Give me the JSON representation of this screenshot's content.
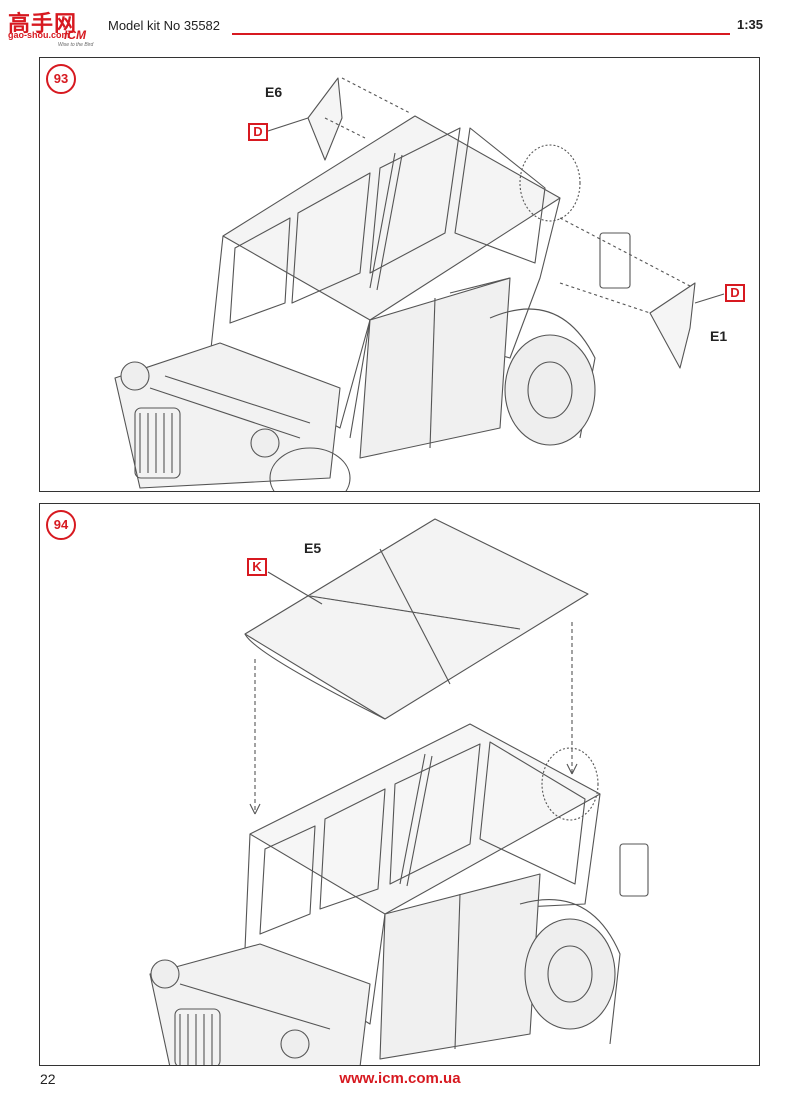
{
  "header": {
    "watermark_cn": "高手网",
    "watermark_url": "gao-shou.com",
    "brand": "ICM",
    "brand_slogan": "Wise to the Bird",
    "kit_title": "Model kit No 35582",
    "scale": "1:35",
    "accent_color": "#d71920"
  },
  "steps": [
    {
      "number": "93",
      "parts": [
        {
          "id": "E6",
          "paint": "D"
        },
        {
          "id": "E1",
          "paint": "D"
        }
      ]
    },
    {
      "number": "94",
      "parts": [
        {
          "id": "E5",
          "paint": "K"
        }
      ]
    }
  ],
  "footer": {
    "page_number": "22",
    "website": "www.icm.com.ua"
  }
}
